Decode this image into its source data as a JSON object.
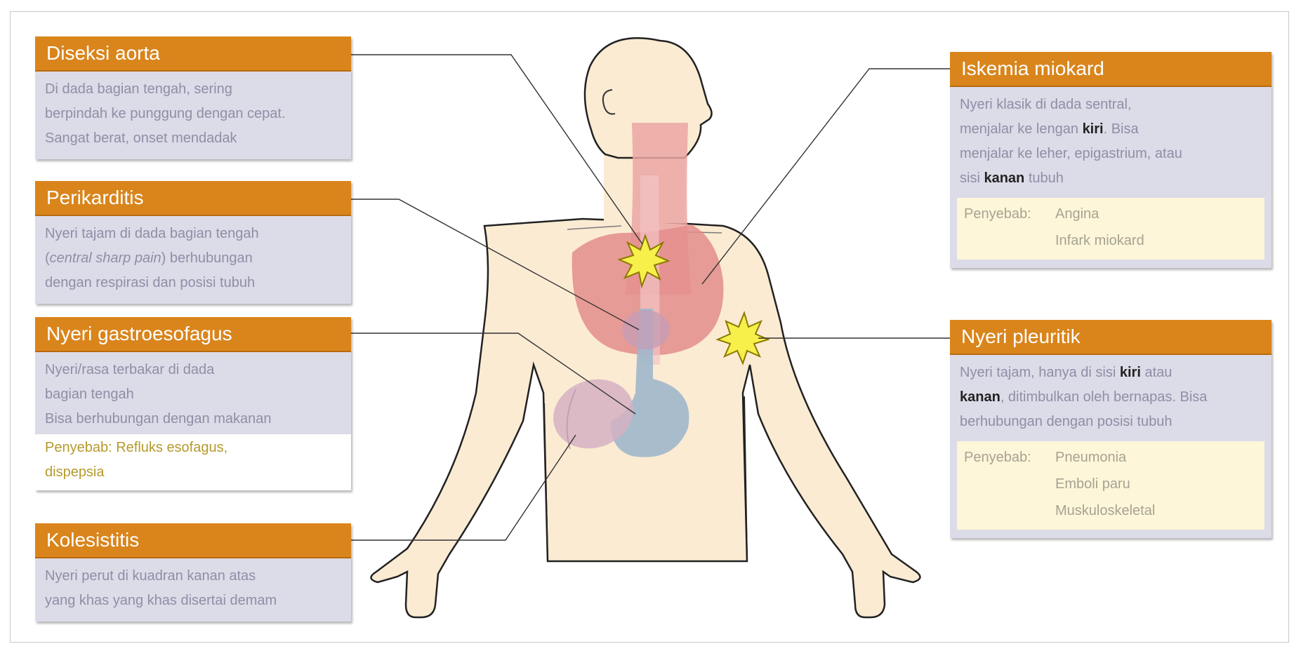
{
  "colors": {
    "title_bg": "#d9851c",
    "body_bg": "#dcdbe8",
    "body_text": "#8e8fa6",
    "cause_bg": "#fdf6d8",
    "skin": "#fbebd3",
    "pain_marker": "#f7ef4a"
  },
  "boxes": {
    "diseksi_aorta": {
      "title": "Diseksi aorta",
      "lines": [
        "Di dada bagian tengah, sering",
        "berpindah ke punggung dengan cepat.",
        "Sangat berat, onset mendadak"
      ]
    },
    "perikarditis": {
      "title": "Perikarditis",
      "line1": "Nyeri tajam di dada bagian tengah",
      "line2_italic": "central sharp pain",
      "line2_prefix": "(",
      "line2_suffix": ") berhubungan",
      "line3": "dengan respirasi dan posisi tubuh"
    },
    "gastroesofagus": {
      "title": "Nyeri gastroesofagus",
      "lines": [
        "Nyeri/rasa terbakar di dada",
        "bagian tengah",
        "Bisa berhubungan dengan makanan"
      ],
      "cause_line1": "Penyebab: Refluks esofagus,",
      "cause_line2": "dispepsia"
    },
    "kolesistitis": {
      "title": "Kolesistitis",
      "lines": [
        "Nyeri perut di kuadran kanan atas",
        "yang khas yang khas disertai demam"
      ]
    },
    "iskemia": {
      "title": "Iskemia miokard",
      "line1": "Nyeri klasik di dada sentral,",
      "line2_a": "menjalar ke lengan ",
      "line2_bold": "kiri",
      "line2_b": ". Bisa",
      "line3": "menjalar ke leher, epigastrium, atau",
      "line4_a": "sisi ",
      "line4_bold": "kanan",
      "line4_b": " tubuh",
      "cause_label": "Penyebab:",
      "causes": [
        "Angina",
        "Infark miokard"
      ]
    },
    "pleuritik": {
      "title": "Nyeri pleuritik",
      "line1_a": "Nyeri tajam, hanya di sisi ",
      "line1_bold": "kiri",
      "line1_b": " atau",
      "line2_bold": "kanan",
      "line2_b": ", ditimbulkan oleh bernapas. Bisa",
      "line3": "berhubungan dengan posisi tubuh",
      "cause_label": "Penyebab:",
      "causes": [
        "Pneumonia",
        "Emboli paru",
        "Muskuloskeletal"
      ]
    }
  }
}
